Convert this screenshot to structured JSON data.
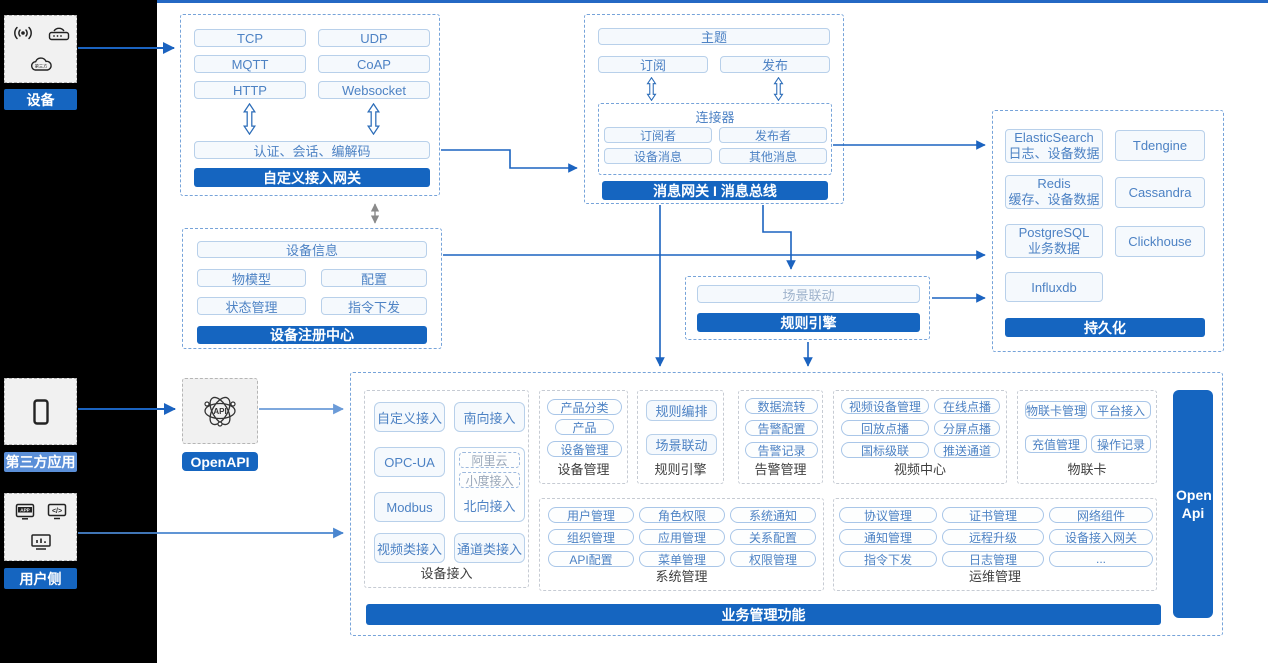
{
  "left_rail": {
    "device": {
      "label": "设备",
      "icons": [
        "wifi-signal-icon",
        "router-icon",
        "cloud-icon"
      ]
    },
    "third_party": {
      "label": "第三方应用",
      "icons": [
        "phone-icon"
      ]
    },
    "user_side": {
      "label": "用户侧",
      "icons": [
        "app-window-icon",
        "code-window-icon",
        "chart-monitor-icon"
      ]
    }
  },
  "custom_gateway": {
    "protocols": [
      "TCP",
      "UDP",
      "MQTT",
      "CoAP",
      "HTTP",
      "Websocket"
    ],
    "session": "认证、会话、编解码",
    "title": "自定义接入网关"
  },
  "message_gateway": {
    "topic": "主题",
    "subscribe": "订阅",
    "publish": "发布",
    "connector": {
      "title": "连接器",
      "items": [
        "订阅者",
        "发布者",
        "设备消息",
        "其他消息"
      ]
    },
    "title": "消息网关 I 消息总线"
  },
  "persistence": {
    "title": "持久化",
    "left": [
      {
        "name": "ElasticSearch",
        "desc": "日志、设备数据"
      },
      {
        "name": "Redis",
        "desc": "缓存、设备数据"
      },
      {
        "name": "PostgreSQL",
        "desc": "业务数据"
      },
      {
        "name": "Influxdb",
        "desc": ""
      }
    ],
    "right": [
      "Tdengine",
      "Cassandra",
      "Clickhouse"
    ]
  },
  "device_registry": {
    "info": "设备信息",
    "items": [
      "物模型",
      "配置",
      "状态管理",
      "指令下发"
    ],
    "title": "设备注册中心"
  },
  "rule_engine_box": {
    "item": "场景联动",
    "title": "规则引擎"
  },
  "openapi": {
    "label": "OpenAPI",
    "icon": "api-network-icon"
  },
  "business": {
    "title": "业务管理功能",
    "open_api": "Open Api",
    "device_access": {
      "label": "设备接入",
      "pills": [
        "自定义接入",
        "南向接入",
        "OPC-UA",
        "Modbus",
        "视频类接入",
        "通道类接入"
      ],
      "north": {
        "label": "北向接入",
        "items": [
          "阿里云",
          "小度接入"
        ]
      }
    },
    "device_mgmt": {
      "label": "设备管理",
      "items": [
        "产品分类",
        "产品",
        "设备管理"
      ]
    },
    "rule": {
      "label": "规则引擎",
      "items": [
        "规则编排",
        "场景联动"
      ]
    },
    "alarm": {
      "label": "告警管理",
      "items": [
        "数据流转",
        "告警配置",
        "告警记录"
      ]
    },
    "video": {
      "label": "视频中心",
      "items": [
        "视频设备管理",
        "在线点播",
        "回放点播",
        "分屏点播",
        "国标级联",
        "推送通道"
      ]
    },
    "iot_card": {
      "label": "物联卡",
      "items": [
        "物联卡管理",
        "平台接入",
        "充值管理",
        "操作记录"
      ]
    },
    "system": {
      "label": "系统管理",
      "items": [
        "用户管理",
        "角色权限",
        "系统通知",
        "组织管理",
        "应用管理",
        "关系配置",
        "API配置",
        "菜单管理",
        "权限管理"
      ]
    },
    "ops": {
      "label": "运维管理",
      "items": [
        "协议管理",
        "证书管理",
        "网络组件",
        "通知管理",
        "远程升级",
        "设备接入网关",
        "指令下发",
        "日志管理",
        "..."
      ]
    }
  },
  "colors": {
    "accent": "#1565c0",
    "light_accent": "#5b8fd8",
    "pill_text": "#4d82c4",
    "dashed_blue": "#76a3d9"
  }
}
